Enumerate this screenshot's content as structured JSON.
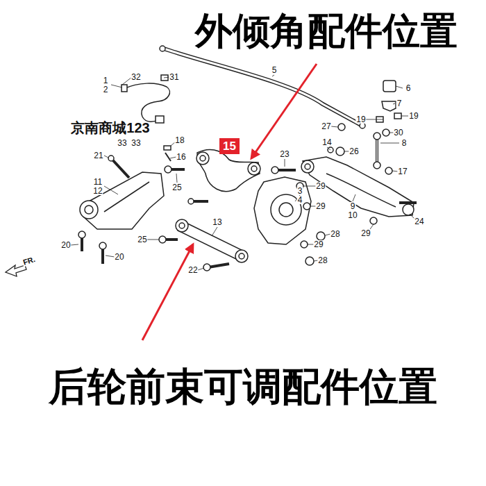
{
  "diagram": {
    "title": "外倾角配件位置",
    "caption": "后轮前束可调配件位置",
    "nodes": [
      {
        "text": [
          "15"
        ]
      }
    ],
    "labels": [
      "京南商城123",
      "1",
      "2",
      "32",
      "31",
      "5",
      "6",
      "7",
      "19",
      "19",
      "27",
      "30",
      "8",
      "18",
      "16",
      "33",
      "33",
      "21",
      "14",
      "26",
      "23",
      "17",
      "11",
      "12",
      "25",
      "29",
      "3",
      "4",
      "29",
      "9",
      "10",
      "24",
      "13",
      "28",
      "29",
      "25",
      "29",
      "28",
      "22",
      "20",
      "20",
      "FR."
    ]
  }
}
